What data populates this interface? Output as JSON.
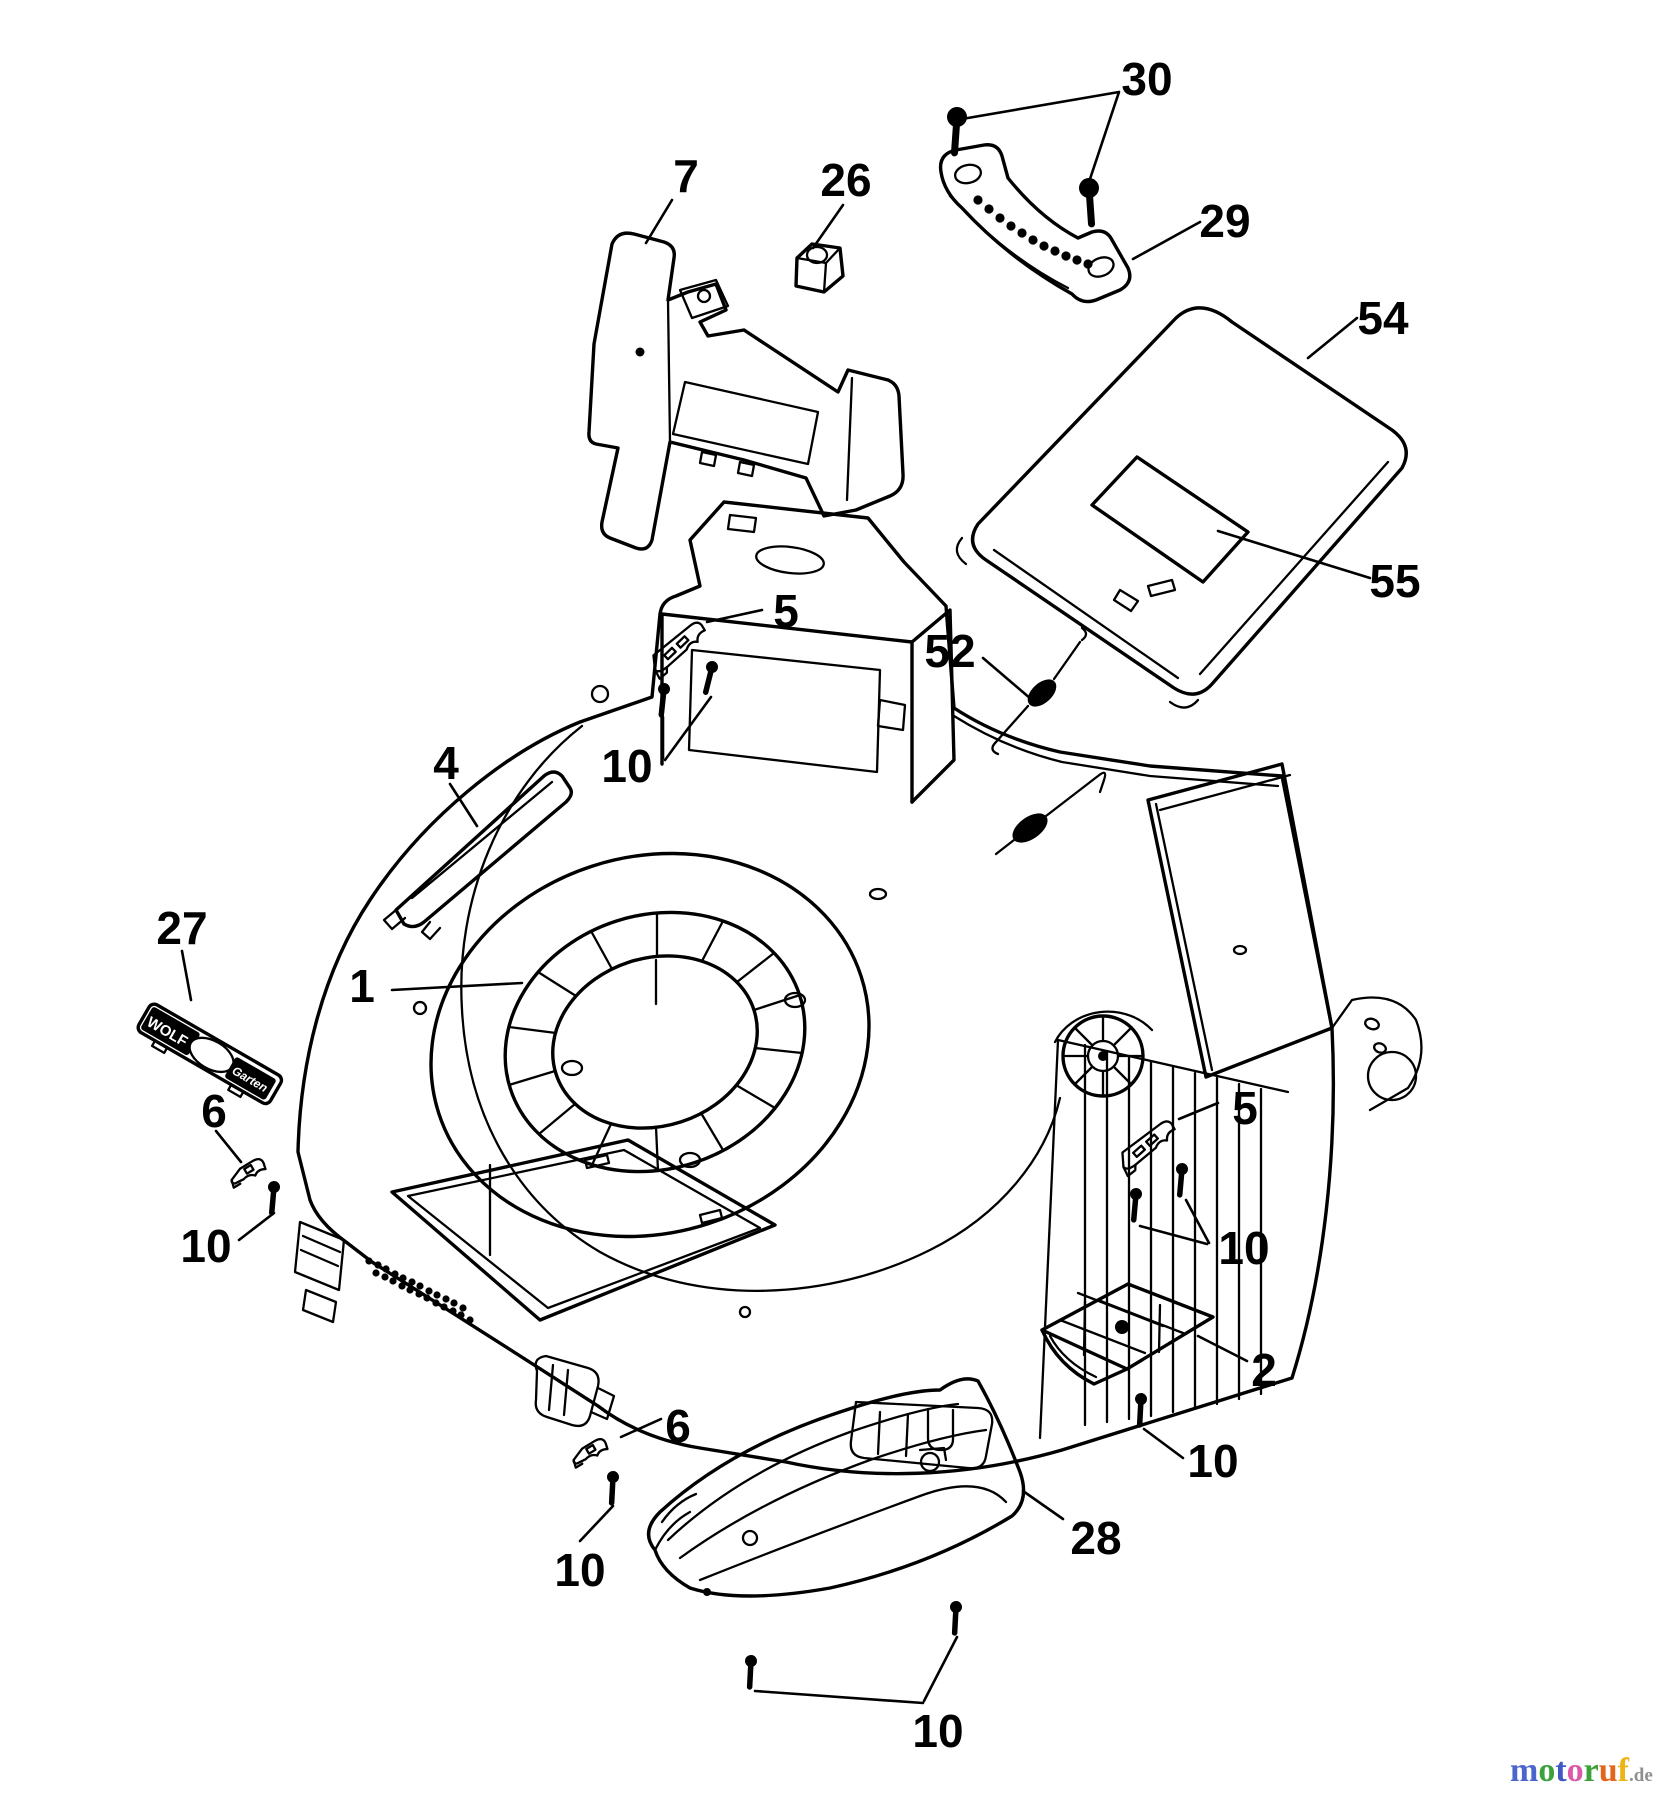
{
  "diagram": {
    "description": "Exploded parts diagram of a lawn mower deck housing assembly",
    "background_color": "#ffffff",
    "line_color": "#000000"
  },
  "callouts": [
    {
      "label": "30"
    },
    {
      "label": "7"
    },
    {
      "label": "26"
    },
    {
      "label": "29"
    },
    {
      "label": "54"
    },
    {
      "label": "55"
    },
    {
      "label": "5"
    },
    {
      "label": "52"
    },
    {
      "label": "4"
    },
    {
      "label": "10"
    },
    {
      "label": "27"
    },
    {
      "label": "1"
    },
    {
      "label": "6"
    },
    {
      "label": "5"
    },
    {
      "label": "10"
    },
    {
      "label": "10"
    },
    {
      "label": "2"
    },
    {
      "label": "6"
    },
    {
      "label": "10"
    },
    {
      "label": "28"
    },
    {
      "label": "10"
    },
    {
      "label": "10"
    }
  ],
  "badge": {
    "brand": "WOLF",
    "series": "Garten"
  },
  "watermark": {
    "letters": [
      {
        "ch": "m",
        "color": "#4a66cc"
      },
      {
        "ch": "o",
        "color": "#3ba23b"
      },
      {
        "ch": "t",
        "color": "#3f58c4"
      },
      {
        "ch": "o",
        "color": "#dc58a8"
      },
      {
        "ch": "r",
        "color": "#3ba23b"
      },
      {
        "ch": "u",
        "color": "#e2661c"
      },
      {
        "ch": "f",
        "color": "#ecb414"
      }
    ],
    "suffix": ".de",
    "suffix_color": "#8f8f8f"
  }
}
